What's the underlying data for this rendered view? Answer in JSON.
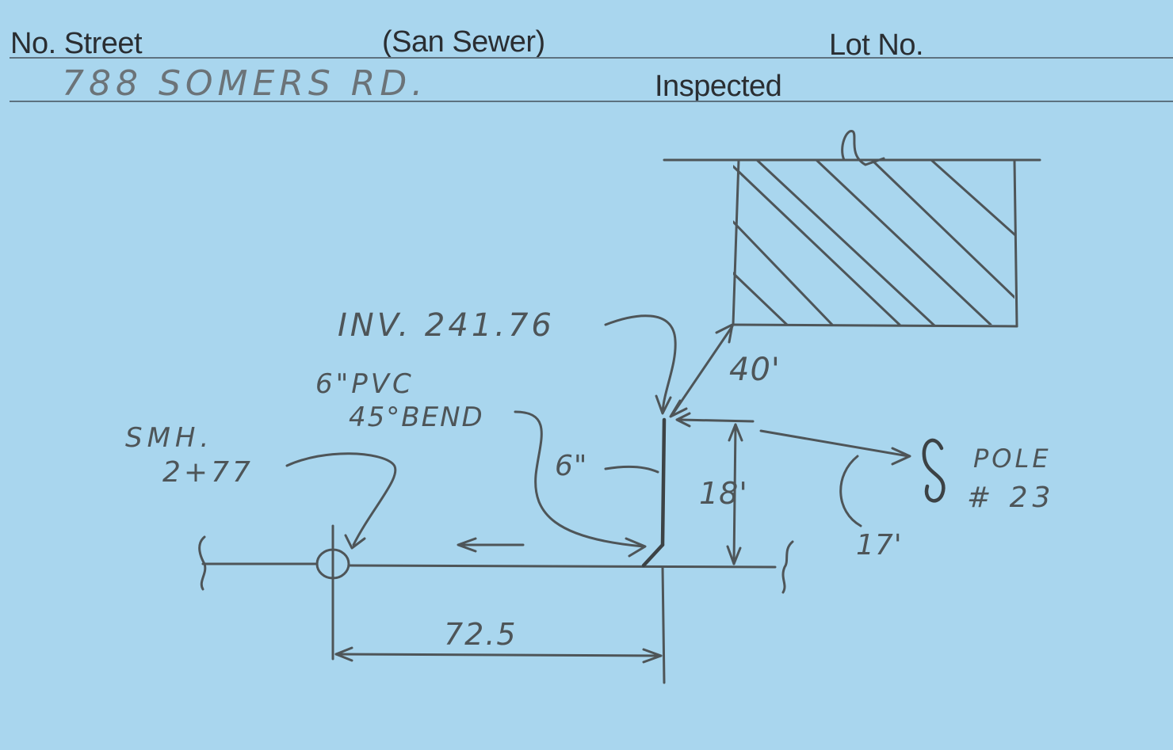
{
  "header": {
    "no_street_label": "No. Street",
    "sewer_label": "(San Sewer)",
    "lot_label": "Lot No.",
    "inspected_label": "Inspected",
    "address": "788 SOMERS RD."
  },
  "sketch": {
    "invert_label": "INV. 241.76",
    "pipe_label_1": "6\"PVC",
    "pipe_label_2": "45°BEND",
    "manhole_label_1": "SMH.",
    "manhole_label_2": "2+77",
    "six_inch": "6\"",
    "dim_40": "40'",
    "dim_18": "18'",
    "dim_17": "17'",
    "dim_72": "72.5",
    "pole_label_1": "POLE",
    "pole_label_2": "# 23"
  },
  "colors": {
    "card": "#a9d6ee",
    "ink": "#4e5558",
    "print": "#2a2e32"
  }
}
